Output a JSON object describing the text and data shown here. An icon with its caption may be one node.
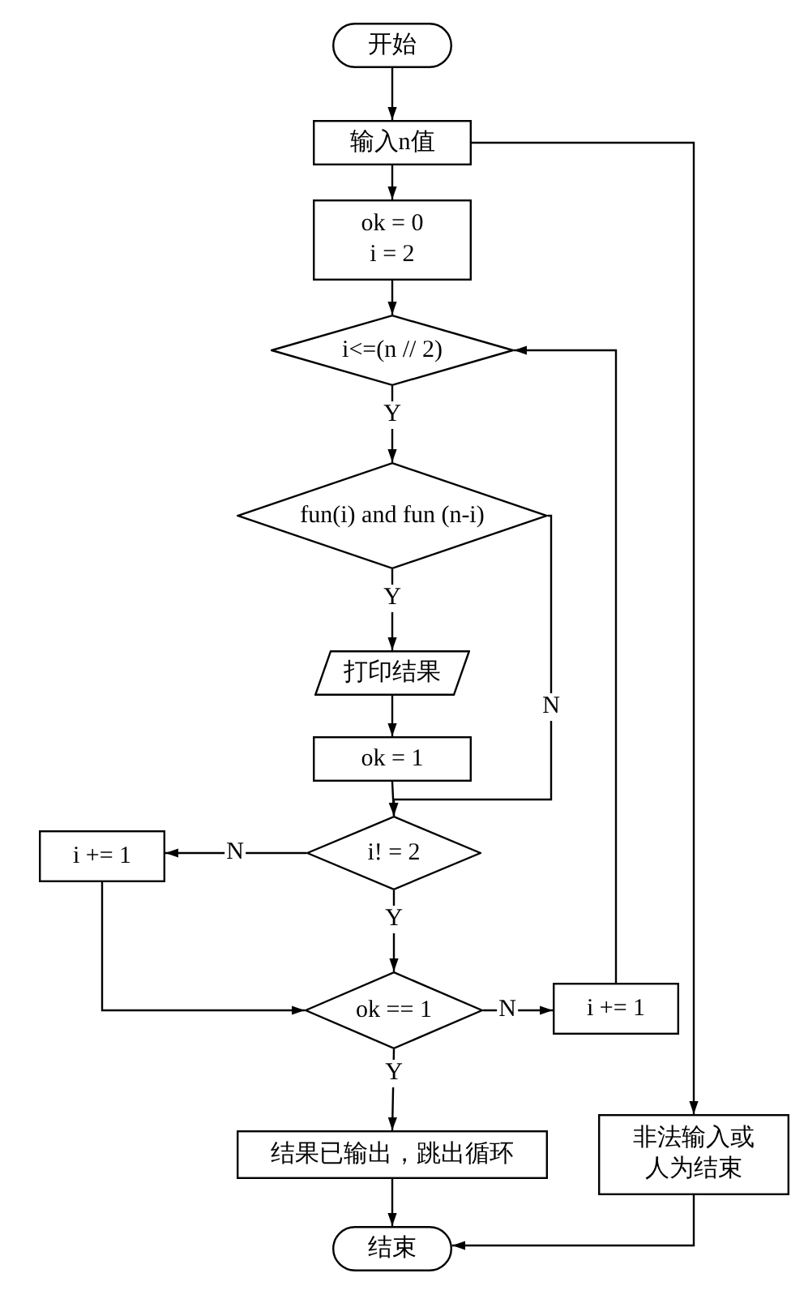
{
  "diagram": {
    "nodes": [
      {
        "text": [
          "开始"
        ]
      },
      {
        "text": [
          "输入n值"
        ]
      },
      {
        "text": [
          "ok = 0",
          "i = 2"
        ]
      },
      {
        "text": [
          "i<=(n // 2)"
        ]
      },
      {
        "text": [
          "fun(i) and fun (n-i)"
        ]
      },
      {
        "text": [
          "打印结果"
        ]
      },
      {
        "text": [
          "ok = 1"
        ]
      },
      {
        "text": [
          "i! = 2"
        ]
      },
      {
        "text": [
          "i += 1"
        ]
      },
      {
        "text": [
          "ok == 1"
        ]
      },
      {
        "text": [
          "i += 1"
        ]
      },
      {
        "text": [
          "结果已输出，跳出循环"
        ]
      },
      {
        "text": [
          "非法输入或人为结束"
        ]
      },
      {
        "text": [
          "结束"
        ]
      }
    ],
    "edges": [
      {
        "from": 0,
        "to": 1,
        "arrow": "to"
      },
      {
        "from": 1,
        "to": 2,
        "arrow": "to"
      },
      {
        "from": 2,
        "to": 3,
        "arrow": "to"
      },
      {
        "from": 3,
        "to": 4,
        "arrow": "to",
        "label": "Y"
      },
      {
        "from": 4,
        "to": 5,
        "arrow": "to",
        "label": "Y"
      },
      {
        "from": 5,
        "to": 6,
        "arrow": "to"
      },
      {
        "from": 6,
        "to": 7,
        "arrow": "to"
      },
      {
        "from": 4,
        "to": 7,
        "arrow": "to",
        "label": "N"
      },
      {
        "from": 7,
        "to": 8,
        "arrow": "to",
        "label": "N"
      },
      {
        "from": 7,
        "to": 9,
        "arrow": "to",
        "label": "Y"
      },
      {
        "from": 8,
        "to": 9,
        "arrow": "to"
      },
      {
        "from": 9,
        "to": 10,
        "arrow": "to",
        "label": "N"
      },
      {
        "from": 10,
        "to": 3,
        "arrow": "to"
      },
      {
        "from": 9,
        "to": 11,
        "arrow": "to",
        "label": "Y"
      },
      {
        "from": 11,
        "to": 13,
        "arrow": "to"
      },
      {
        "from": 1,
        "to": 12,
        "arrow": "to"
      },
      {
        "from": 12,
        "to": 13,
        "arrow": "to"
      }
    ]
  }
}
